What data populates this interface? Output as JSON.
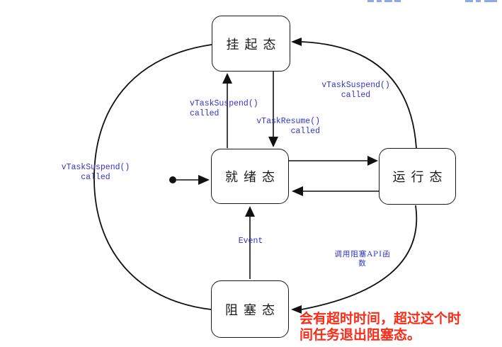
{
  "diagram": {
    "states": [
      {
        "name": "suspended",
        "label": "挂起态"
      },
      {
        "name": "ready",
        "label": "就绪态"
      },
      {
        "name": "running",
        "label": "运行态"
      },
      {
        "name": "blocked",
        "label": "阻塞态"
      }
    ],
    "labels": {
      "suspend_left": {
        "line1": "vTaskSuspend()",
        "line2": "called"
      },
      "suspend_mid": {
        "line1": "vTaskSuspend()",
        "line2": "called"
      },
      "resume_mid": {
        "line1": "vTaskResume()",
        "line2": "called"
      },
      "suspend_right": {
        "line1": "vTaskSuspend()",
        "line2": "called"
      },
      "event": "Event",
      "block_api": {
        "line1": "调用阻塞API函",
        "line2": "数"
      }
    },
    "note": {
      "line1": "会有超时时间，超过这个时",
      "line2": "间任务退出阻塞态。"
    },
    "colors": {
      "label_blue": "#3333CC",
      "note_red": "#FA2B17",
      "line": "#111111"
    }
  }
}
